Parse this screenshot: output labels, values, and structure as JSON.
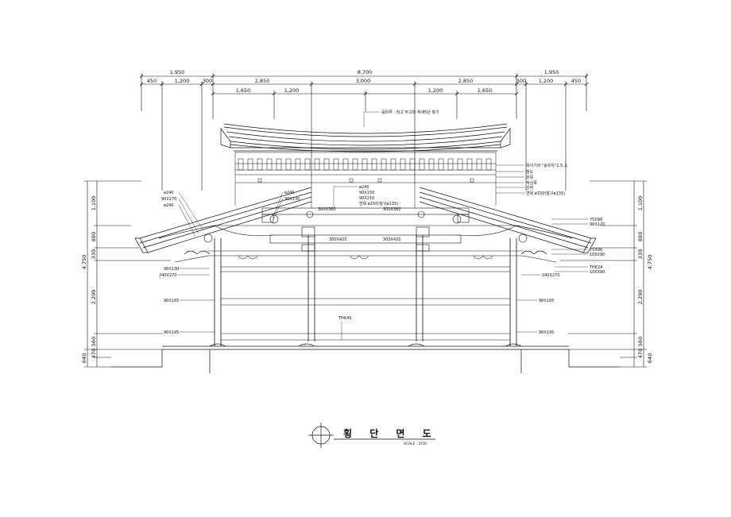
{
  "drawing": {
    "title": "횡 단 면 도",
    "scale": "SCALE : 1/50"
  },
  "dimensions": {
    "top_row1": [
      "1,950",
      "8,700",
      "1,950"
    ],
    "top_row2": [
      "450",
      "1,200",
      "300",
      "2,850",
      "3,000",
      "2,850",
      "300",
      "1,200",
      "450"
    ],
    "top_row3": [
      "1,650",
      "1,200",
      "1,200",
      "1,650"
    ],
    "left_stack": [
      "1,100",
      "880",
      "330",
      "2,290",
      "560",
      "470",
      "640"
    ],
    "left_total": "4,750",
    "right_stack": [
      "1,100",
      "880",
      "330",
      "2,290",
      "560",
      "470",
      "640"
    ],
    "right_total": "4,750"
  },
  "annotations": {
    "roof": "용마루 : 착고 부고위 적새5단 쌓기",
    "right_notes": [
      "목식기와 \"송유유\"2.5 소",
      "참도",
      "관목",
      "적심목",
      "산자",
      "연목 ø150(말구ø135)"
    ],
    "center_notes": [
      "ø240",
      "90X150",
      "90X210",
      "연목 ø150(말구ø135)"
    ],
    "left_upper": [
      "ø240",
      "90X270",
      "ø240"
    ],
    "left_mid": [
      "ø240",
      "90X130"
    ],
    "beams": [
      "300X360",
      "300X360",
      "300X420",
      "300X420"
    ],
    "right_upper": [
      "75X96",
      "90X120"
    ],
    "right_mid": [
      "75X96",
      "105X90"
    ],
    "right_lower": [
      "THK24",
      "105X90"
    ],
    "left_lower": [
      "90X130",
      "240X270"
    ],
    "right_240": "240X270",
    "left_165": "90X165",
    "right_165": "90X165",
    "floor": "THK45",
    "left_195": "90X195",
    "right_195": "90X195"
  }
}
